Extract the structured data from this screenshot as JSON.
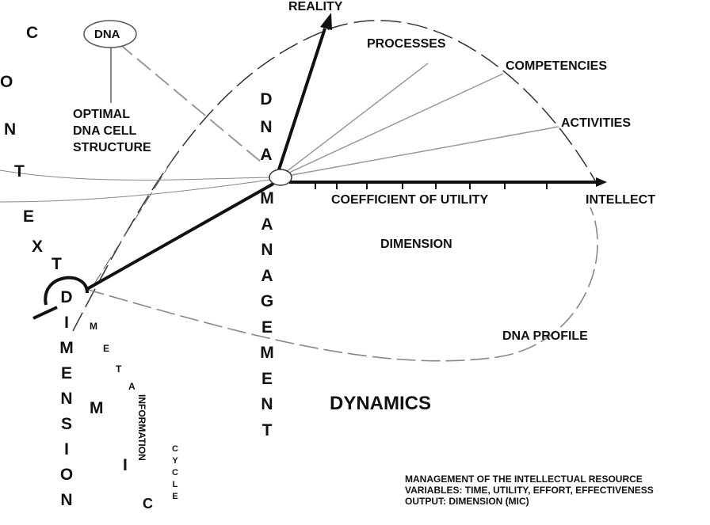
{
  "labels": {
    "reality": "REALITY",
    "processes": "PROCESSES",
    "competencies": "COMPETENCIES",
    "activities": "ACTIVITIES",
    "dna": "DNA",
    "optimal": "OPTIMAL",
    "dna_cell": "DNA CELL",
    "structure": "STRUCTURE",
    "coefficient": "COEFFICIENT OF UTILITY",
    "intellect": "INTELLECT",
    "dimension_center": "DIMENSION",
    "dna_profile": "DNA PROFILE",
    "dynamics": "DYNAMICS",
    "information": "INFORMATION",
    "footer_line1": "MANAGEMENT OF THE INTELLECTUAL RESOURCE",
    "footer_line2": "VARIABLES: TIME, UTILITY, EFFORT, EFFECTIVENESS",
    "footer_line3": "OUTPUT: DIMENSION (MIC)"
  },
  "context_letters": [
    "C",
    "O",
    "N",
    "T",
    "E",
    "X",
    "T"
  ],
  "dna_vertical": [
    "D",
    "N",
    "A"
  ],
  "management_vertical": [
    "M",
    "A",
    "N",
    "A",
    "G",
    "E",
    "M",
    "E",
    "N",
    "T"
  ],
  "dimension_vertical": [
    "D",
    "I",
    "M",
    "E",
    "N",
    "S",
    "I",
    "O",
    "N"
  ],
  "meta_letters": [
    "M",
    "E",
    "T",
    "A"
  ],
  "mic_letters": [
    "M",
    "I",
    "C"
  ],
  "cycle_vertical": [
    "C",
    "Y",
    "C",
    "L",
    "E"
  ]
}
